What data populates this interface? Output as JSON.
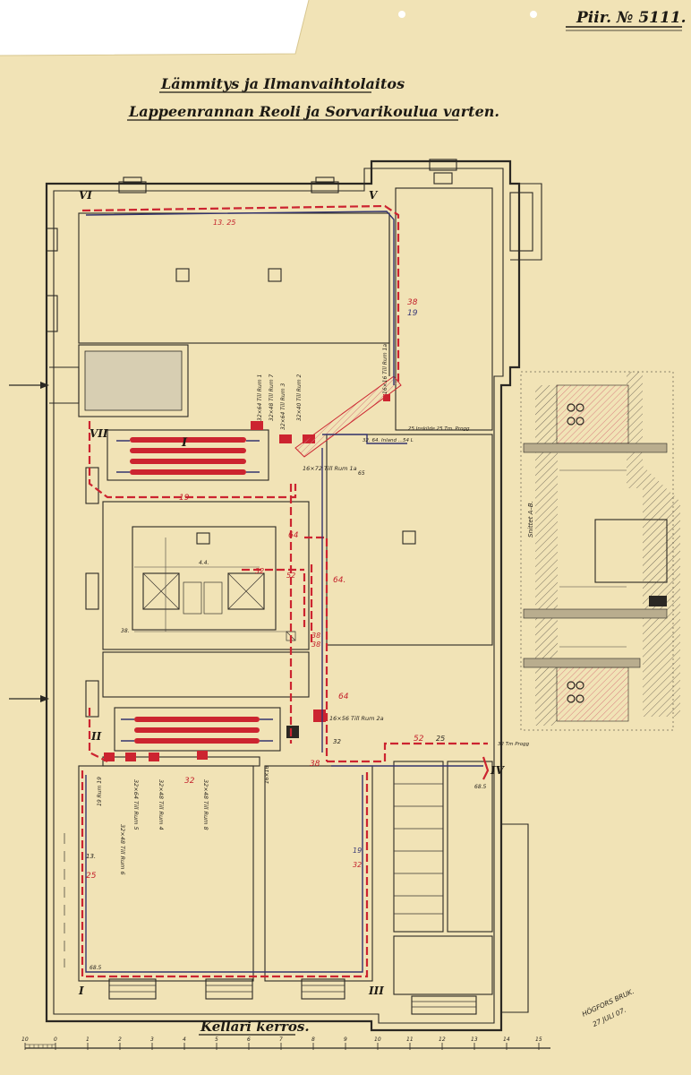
{
  "drawing": {
    "number": "Piir. № 5111.",
    "title_line1": "Lämmitys ja Ilmanvaihtolaitos",
    "title_line2": "Lappeenrannan Reoli ja Sorvarikoulua varten.",
    "floor_label": "Kellari kerros.",
    "stamp_line1": "HÖGFORS BRUK.",
    "stamp_line2": "27 JULI 07.",
    "section_label": "Snittet A–B."
  },
  "heaters": {
    "heater_1": "I",
    "heater_2": "II"
  },
  "shaft_markers": [
    "VI",
    "V",
    "VII",
    "II",
    "IV",
    "I",
    "III"
  ],
  "pipe_labels": {
    "top_run": "13. 25",
    "vertical_right_1": "38",
    "vertical_right_2": "19",
    "room_1a": "16×16 Till Rum 1a",
    "room_1": "32×64 Till Rum 1",
    "room_7": "32×48 Till Rum 7",
    "room_3": "32×64 Till Rum 3",
    "room_2": "32×40 Till Rum 2",
    "room_4a": "16×72 Till Rum 1a",
    "room_2a": "16×56 Till Rum 2a",
    "left_1": "19",
    "mid_64": "64",
    "mid_64b": "64.",
    "mid_64c": "64",
    "mid_32": "32",
    "mid_52": "52",
    "mid_38": "38",
    "mid_38b": "38",
    "bottom_52": "52",
    "bottom_25": "25",
    "bottom_38": "38",
    "bottom_32": "32",
    "inlet_25": "25 Inskilde 25 Tm. Progg",
    "inlet_54": "32. 64. Inland ...54 L",
    "bottom_inlet": "32 Tm Progg",
    "room_19": "19 Rum 19",
    "room_6": "32×48 Till Rum 6",
    "room_5": "32×64 Till Rum 5",
    "room_4": "32×48 Till Rum 4",
    "room_8": "32×48 Till Rum 8",
    "small_1616": "16×16",
    "room_32a": "32",
    "left_13": "13.",
    "left_25": "25",
    "right_19": "19",
    "right_32": "32",
    "size_685": "68.5",
    "size_685b": "68.5",
    "size_65": "65",
    "note_44": "4.4.",
    "note_38": "38."
  },
  "scale_bar": {
    "ticks": [
      "10",
      "0",
      "1",
      "2",
      "3",
      "4",
      "5",
      "6",
      "7",
      "8",
      "9",
      "10",
      "11",
      "12",
      "13",
      "14",
      "15"
    ]
  },
  "colors": {
    "paper": "#f1e3b6",
    "ink": "#2b2823",
    "red_duct": "#cc2430",
    "blue_pipe": "#34346e"
  }
}
